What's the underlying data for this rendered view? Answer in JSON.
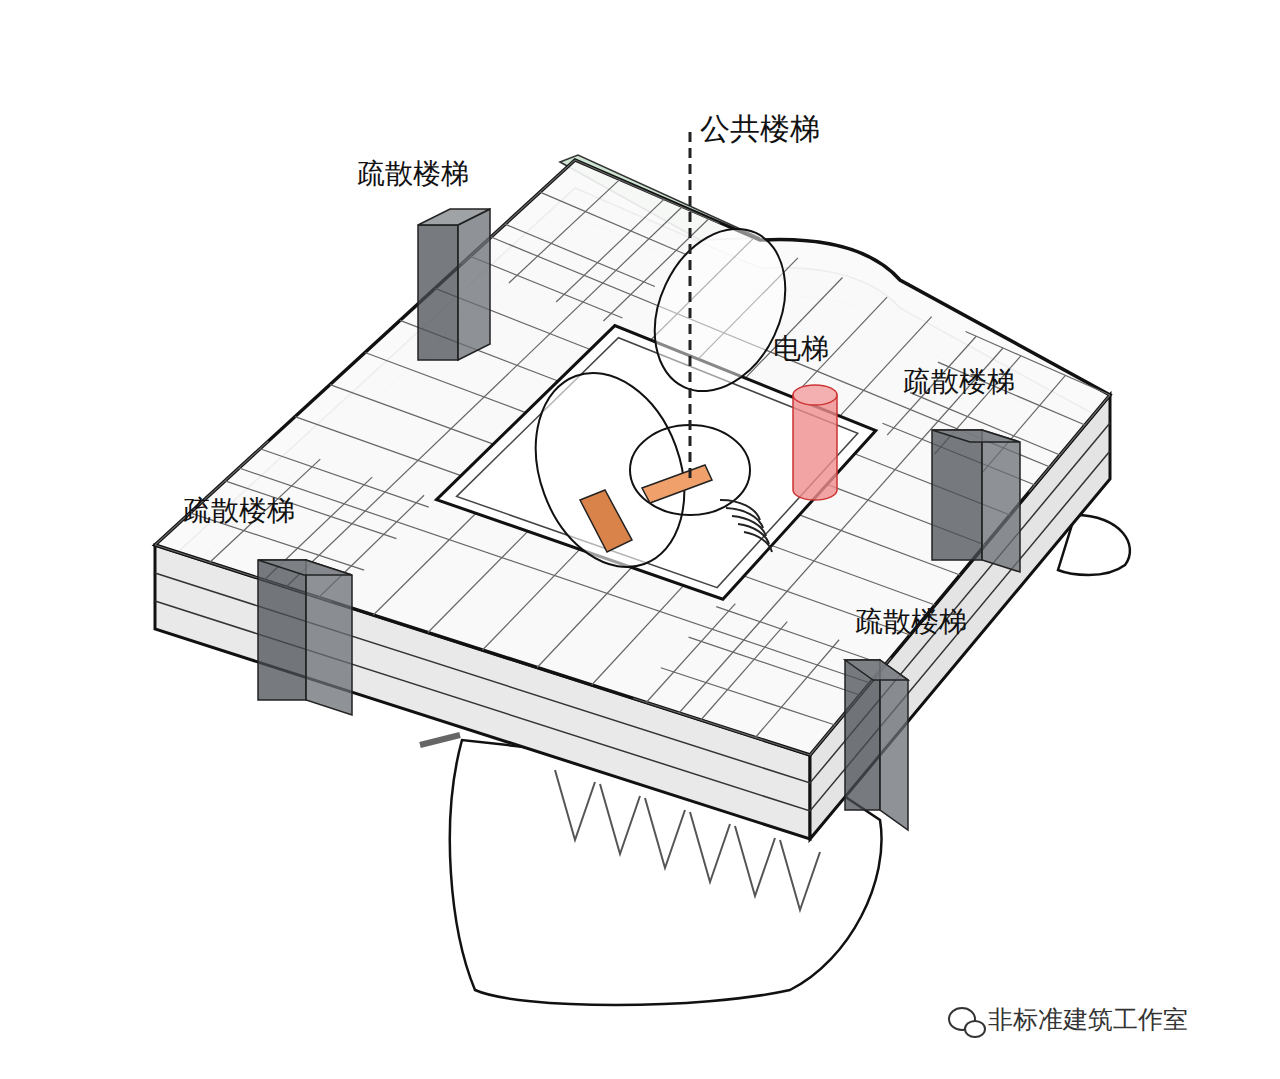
{
  "diagram": {
    "labels": [
      "公共楼梯",
      "疏散楼梯",
      "电梯",
      "疏散楼梯",
      "疏散楼梯",
      "疏散楼梯",
      "非标准建筑工作室"
    ]
  }
}
